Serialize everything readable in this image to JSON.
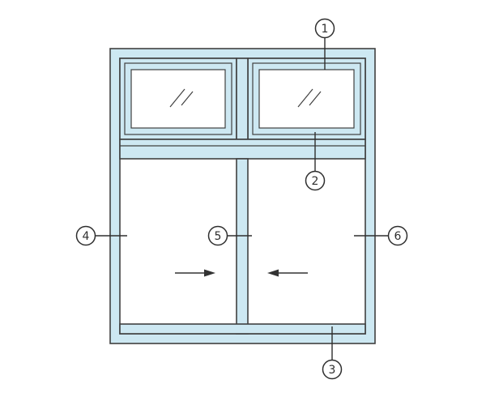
{
  "diagram": {
    "type": "window-elevation-diagram",
    "description_style": "numbered-part-callouts",
    "callout_style": "circled-number"
  },
  "colors": {
    "background": "#ffffff",
    "frame_fill": "#cde8f2",
    "glass_fill": "#ffffff",
    "line": "#404040",
    "arrow": "#333333",
    "callout_ink": "#2e2e2e"
  },
  "callouts": [
    {
      "label": "1"
    },
    {
      "label": "2"
    },
    {
      "label": "3"
    },
    {
      "label": "4"
    },
    {
      "label": "5"
    },
    {
      "label": "6"
    }
  ],
  "icons": {
    "slide_right_arrow": "→",
    "slide_left_arrow": "←",
    "glass_hatch": "//"
  }
}
